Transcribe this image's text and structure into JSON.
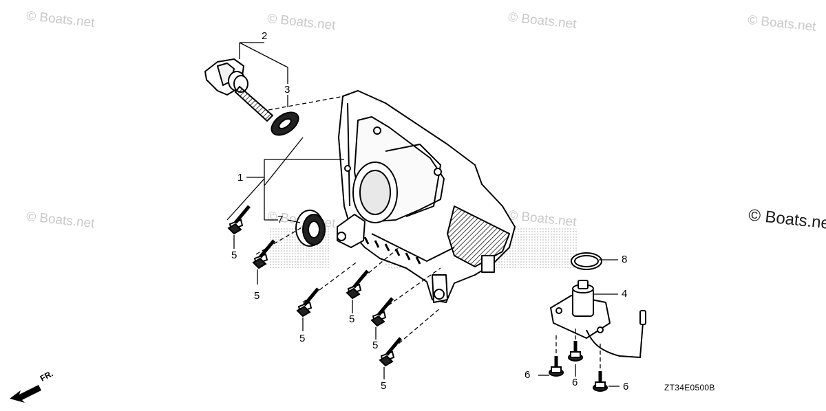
{
  "watermark": "© Boats.net",
  "callouts": {
    "c1": "1",
    "c2": "2",
    "c3": "3",
    "c4": "4",
    "c5a": "5",
    "c5b": "5",
    "c5c": "5",
    "c5d": "5",
    "c5e": "5",
    "c5f": "5",
    "c6a": "6",
    "c6b": "6",
    "c6c": "6",
    "c7": "7",
    "c8": "8"
  },
  "diagram_code": "ZT34E0500B",
  "direction_label": "FR.",
  "icons": {
    "front_arrow": "front-direction-arrow-icon"
  }
}
